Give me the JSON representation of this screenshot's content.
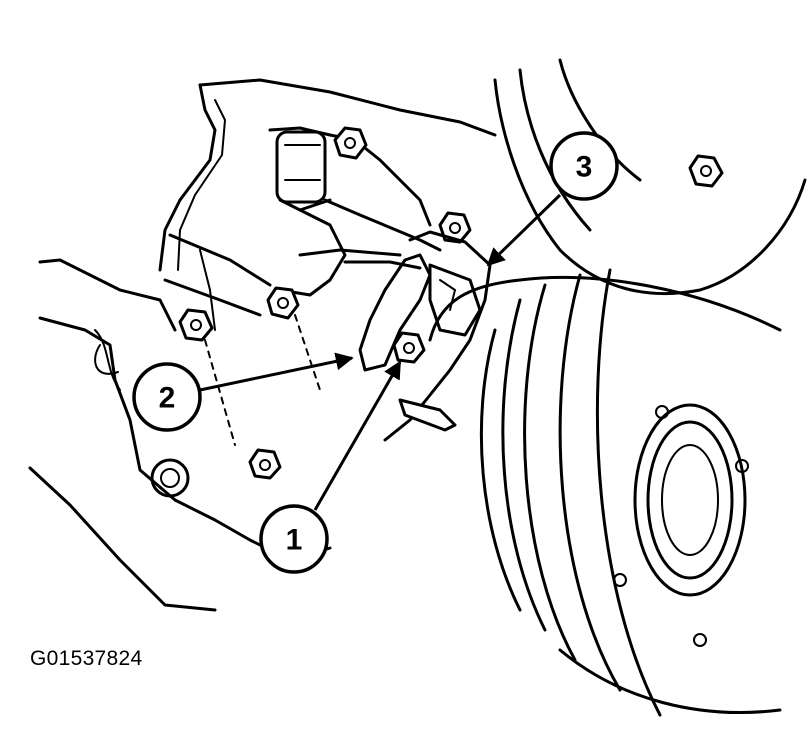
{
  "figure": {
    "id_label": "G01537824"
  },
  "callouts": [
    {
      "number": "1"
    },
    {
      "number": "2"
    },
    {
      "number": "3"
    }
  ],
  "colors": {
    "ink": "#000000",
    "background": "#ffffff"
  }
}
